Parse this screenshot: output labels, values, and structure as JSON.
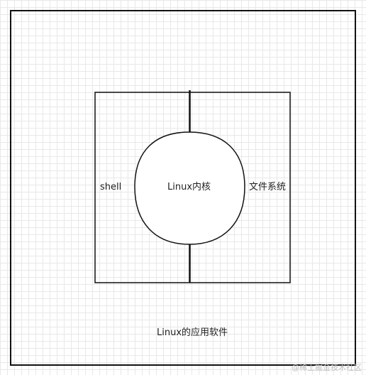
{
  "diagram": {
    "labels": {
      "shell": "shell",
      "kernel": "Linux内核",
      "file_system": "文件系统",
      "applications": "Linux的应用软件"
    },
    "watermark": "@稀土掘金技术社区"
  }
}
